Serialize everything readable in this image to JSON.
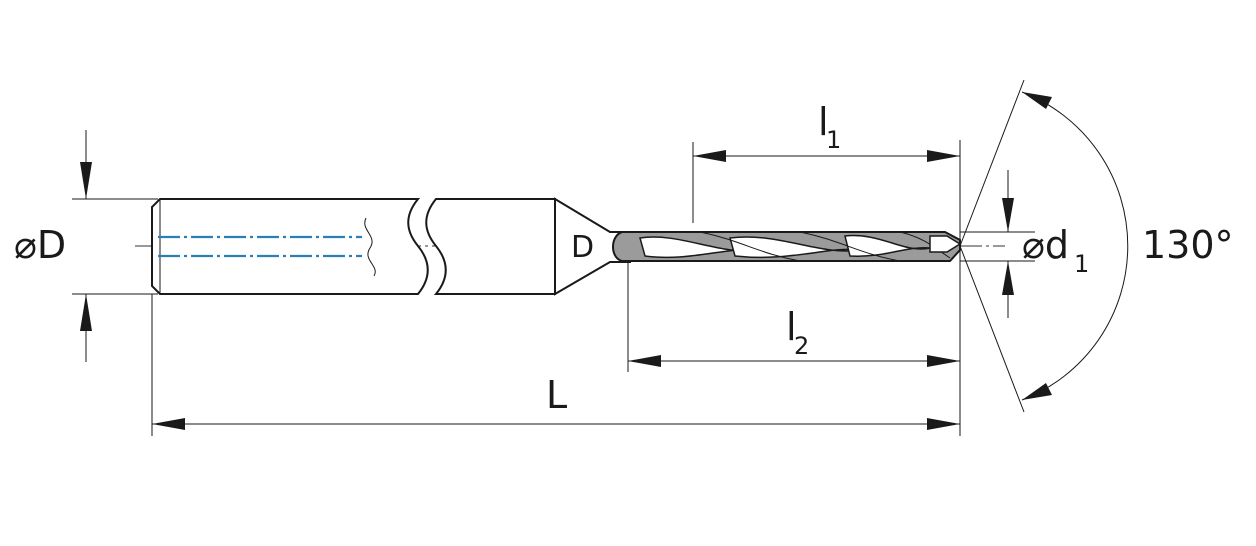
{
  "colors": {
    "line": "#1a1a1a",
    "coolant_channel": "#2a7fb8",
    "flute_gray": "#9b9b9b"
  },
  "labels": {
    "shank_diameter": {
      "symbol": "⌀D"
    },
    "overall_length": {
      "symbol": "L"
    },
    "flute_length_l1": {
      "letter": "l",
      "sub": "1"
    },
    "length_l2": {
      "letter": "l",
      "sub": "2"
    },
    "drill_diameter": {
      "symbol": "⌀d",
      "sub": "1"
    },
    "point_angle": {
      "value": "130°"
    },
    "shank_marking": "D"
  },
  "icons": {
    "arrowheads": "dimension-arrow-icon"
  }
}
